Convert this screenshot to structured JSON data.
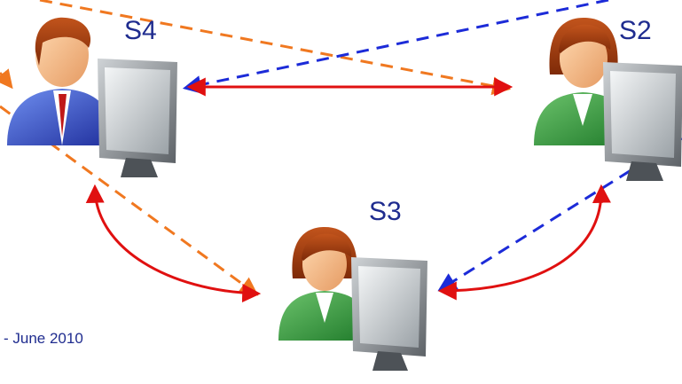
{
  "nodes": [
    {
      "id": "s4",
      "label": "S4",
      "shirt": "blue"
    },
    {
      "id": "s2",
      "label": "S2",
      "shirt": "green"
    },
    {
      "id": "s3",
      "label": "S3",
      "shirt": "green"
    }
  ],
  "footer_text": "- June 2010",
  "colors": {
    "label": "#1f2c8f",
    "red_link": "#e01010",
    "orange_dash": "#f07820",
    "blue_dash": "#1c2bd8"
  }
}
